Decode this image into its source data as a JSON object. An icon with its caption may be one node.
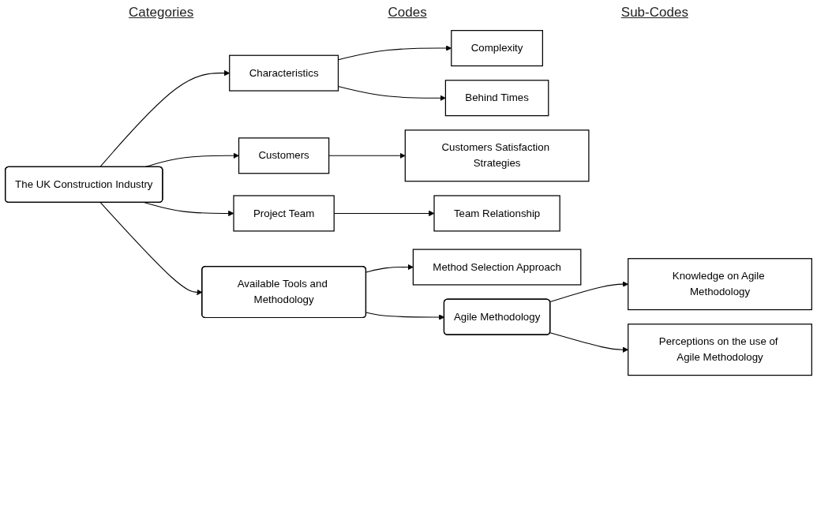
{
  "diagram": {
    "nodes": [
      {
        "text": [
          "The UK Construction Industry"
        ]
      },
      {
        "text": [
          "Characteristics"
        ]
      },
      {
        "text": [
          "Customers"
        ]
      },
      {
        "text": [
          "Project Team"
        ]
      },
      {
        "text": [
          "Complexity"
        ]
      },
      {
        "text": [
          "Behind Times"
        ]
      },
      {
        "text": [
          "Customers Satisfaction Strategies"
        ]
      },
      {
        "text": [
          "Team Relationship"
        ]
      },
      {
        "text": [
          "Available Tools and Methodology"
        ]
      },
      {
        "text": [
          "Method Selection Approach"
        ]
      },
      {
        "text": [
          "Agile Methodology"
        ]
      },
      {
        "text": [
          "Knowledge on Agile Methodology"
        ]
      },
      {
        "text": [
          "Perceptions on the use of Agile Methodology"
        ]
      }
    ],
    "edges": [
      {
        "from": 0,
        "to": 1,
        "arrow": "to"
      },
      {
        "from": 0,
        "to": 2,
        "arrow": "to"
      },
      {
        "from": 0,
        "to": 3,
        "arrow": "to"
      },
      {
        "from": 1,
        "to": 4,
        "arrow": "to"
      },
      {
        "from": 1,
        "to": 5,
        "arrow": "to"
      },
      {
        "from": 2,
        "to": 6,
        "arrow": "to"
      },
      {
        "from": 3,
        "to": 7,
        "arrow": "to"
      },
      {
        "from": 0,
        "to": 8,
        "arrow": "to"
      },
      {
        "from": 8,
        "to": 9,
        "arrow": "to"
      },
      {
        "from": 8,
        "to": 10,
        "arrow": "to"
      },
      {
        "from": 10,
        "to": 11,
        "arrow": "to"
      },
      {
        "from": 10,
        "to": 12,
        "arrow": "to"
      }
    ],
    "labels": [
      "Categories",
      "Codes",
      "Sub-Codes"
    ]
  }
}
